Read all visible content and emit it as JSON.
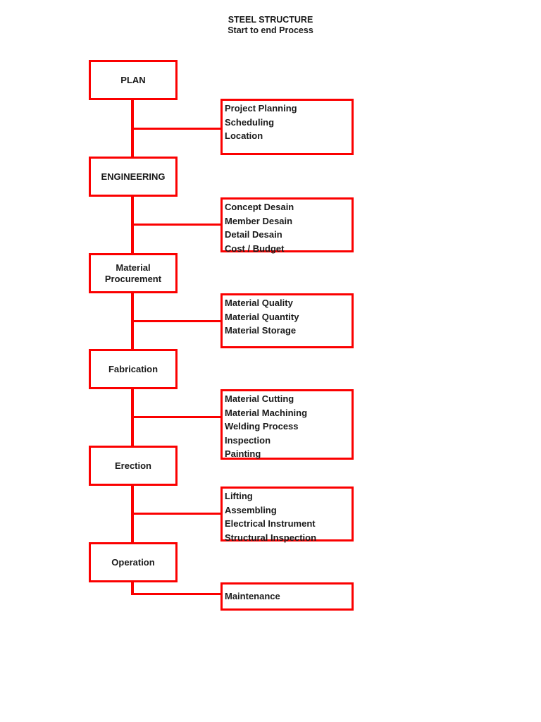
{
  "title": {
    "line1": "STEEL STRUCTURE",
    "line2": "Start to end Process"
  },
  "colors": {
    "accent_red": "#fb0000",
    "text": "#1a1a1a",
    "background": "#ffffff"
  },
  "flow": {
    "stages": [
      {
        "label": "PLAN",
        "details": [
          "Project Planning",
          "Scheduling",
          "Location"
        ]
      },
      {
        "label": "ENGINEERING",
        "details": [
          "Concept Desain",
          "Member Desain",
          "Detail Desain",
          "Cost / Budget"
        ]
      },
      {
        "label": "Material Procurement",
        "details": [
          "Material Quality",
          "Material Quantity",
          "Material Storage"
        ]
      },
      {
        "label": "Fabrication",
        "details": [
          "Material Cutting",
          "Material Machining",
          "Welding Process",
          "Inspection",
          "Painting"
        ]
      },
      {
        "label": "Erection",
        "details": [
          "Lifting",
          "Assembling",
          "Electrical Instrument",
          "Structural Inspection"
        ]
      },
      {
        "label": "Operation",
        "details": [
          "Maintenance"
        ]
      }
    ]
  }
}
